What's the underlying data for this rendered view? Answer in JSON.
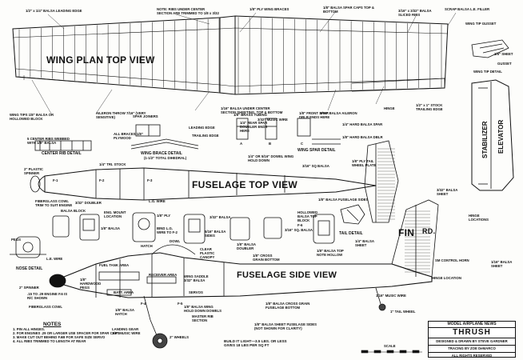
{
  "views": {
    "wing_plan": "WING PLAN TOP VIEW",
    "fuselage_top": "FUSELAGE TOP VIEW",
    "fuselage_side": "FUSELAGE SIDE VIEW",
    "fin": "FIN",
    "rudder": "RD.",
    "stabilizer": "STABILIZER",
    "elevator": "ELEVATOR"
  },
  "callouts": [
    "1/2\" x 1/4\" BALSA LEADING EDGE",
    "NOTE: RIBS UNDER CENTER SECTION ARE TRIMMED TO 1/8 x 3/32",
    "1/8\" PLY WING BRACES",
    "1/8\" BALSA SPAR CAPS TOP & BOTTOM",
    "3/16\" x 3/32\" BALSA SLICED RIBS",
    "SCRAP BALSA L.E. FILLER",
    "WING TIP GUSSET",
    "1/8\" SHEET",
    "GUSSET",
    "WING TIP DETAIL",
    "1/2\" x 1\" STOCK TRAILING EDGE",
    "HINGE",
    "5/16\" BALSA AILERON",
    "1/16\" BALSA UNDER CENTER SECTION SHEETING, TOP & BOTTOM",
    "AILERON THROW 7/16\" (VERY SENSITIVE)",
    "WING TIPS 1/8\" BALSA OR HOLLOWED BLOCK",
    "3/32\" MUSIC WIRE",
    "1/8\" BRASS TUBING",
    "1/4\" REAR SPAR DOUBLER ENDS HERE",
    "1/8\" FRONT SPAR DBLR ENDS HERE",
    "1/4\" HARD BALSA SPAR",
    "1/8\" HARD BALSA DBLR",
    "SPAR JOINERS",
    "ALL BRACES 1/8\" PLYWOOD",
    "LEADING EDGE",
    "TRAILING EDGE",
    "5 CENTER RIBS WEBBED WITH 1/8\" BALSA",
    "CENTER RIB DETAIL",
    "WING BRACE DETAIL",
    "(1-1/2\" TOTAL DIHEDRAL)",
    "WING SPAR DETAIL",
    "1/4\" TRI. STOCK",
    "1/4\" OR 5/16\" DOWEL WING HOLD DOWN",
    "3/16\" SQ BALSA",
    "1/8\" PLY TAIL WHEEL PLATE",
    "1/8\" BALSA FUSELAGE SIDES",
    "2\" PLASTIC SPINNER",
    "FIBERGLASS COWL TRIM TO SUIT ENGINE",
    "3/32\" DOUBLER",
    "L.G. WIRE",
    "BALSA BLOCK",
    "ENG. MOUNT LOCATION",
    "1/8\" BALSA",
    "1/8\" PLY",
    "BIND L.G. WIRE TO F-2",
    "DOWL",
    "HATCH",
    "3/32\" BALSA",
    "5/16\" BALSA SIDES",
    "CLEAR PLASTIC CANOPY",
    "1/8\" BALSA DOUBLER",
    "1/8\" CROSS GRAIN BOTTOM",
    "HOLLOWED BALSA TOP BLOCK",
    "3/16\" SQ. BALSA",
    "TAIL DETAIL",
    "1/4\" BALSA SHEET",
    "1/8\" BALSA TOP NOTE HOLLOW",
    "PEGS",
    "L.E. WIRE",
    "NOSE DETAIL",
    "2\" SPINNER",
    "FUEL TANK AREA",
    "RECEIVER AREA",
    "BATT. AREA",
    "WING SADDLE 3/32\" BALSA",
    "SERVOS",
    "1/8\" HARDWOOD PEGS",
    ".15 TO .29 ENGINE F.6 IS R/C SHOWN",
    "FIBERGLASS COWL",
    "1/8\" BALSA HATCH",
    "1/8\" BALSA WING HOLD DOWN DOWELS",
    "MASTER RIB SECTION",
    "1/8\" BALSA CROSS GRAIN FUSELAGE BOTTOM",
    "1/8\" BALSA SHEET FUSELAGE SIDES (NOT SHOWN FOR CLARITY)",
    "LANDING GEAR 1/8\" MUSIC WIRE",
    "2\" WHEELS",
    "SM CONTROL HORN",
    "HINGE LOCATION",
    "1/16\" MUSIC WIRE",
    "1\" TAIL WHEEL",
    "3/32\" BALSA SHEET",
    "1/16\" BALSA SHEET",
    "HINGE LOCATIONS"
  ],
  "formers": [
    "F-1",
    "F-2",
    "F-3",
    "F-4",
    "F-5",
    "F-6"
  ],
  "rib_labels": [
    "A",
    "B",
    "C"
  ],
  "build_note": "BUILD IT LIGHT—3.5 LBS. OR LESS GIVES 18 LBS PER SQ FT",
  "notes": {
    "title": "NOTES",
    "items": [
      "1. PIN ALL HINGES.",
      "2. FOR ENGINES .29 OR LARGER USE SPACER FOR SPAR CAPS",
      "3. MAKE CUT OUT BEHIND F.6B FOR SAFE SIZE SERVO",
      "4. ALL RIBS TRIMMED TO LENGTH AT REAR"
    ]
  },
  "title_block": {
    "magazine": "MODEL AIRPLANE NEWS",
    "name": "THRUSH",
    "designer": "DESIGNED & DRAWN BY STEVE GARDNER",
    "tracing": "TRACING BY ZOE DeMARCO",
    "rights": "ALL RIGHTS RESERVED"
  },
  "scale_label": "SCALE"
}
